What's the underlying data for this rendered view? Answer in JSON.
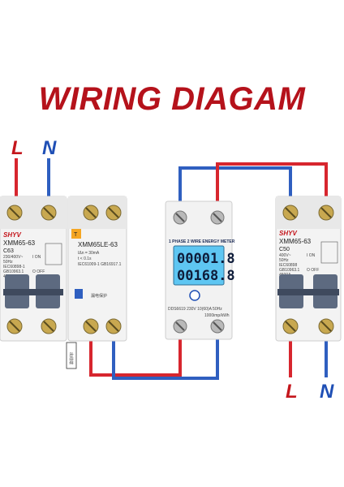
{
  "title": "WIRING DIAGAM",
  "input_labels": {
    "line": "L",
    "neutral": "N"
  },
  "output_labels": {
    "line": "L",
    "neutral": "N"
  },
  "breaker_left": {
    "brand": "SHYV",
    "model": "XMM65-63",
    "rating": "C63",
    "spec1": "230/400V~",
    "spec2": "50Hz",
    "spec3": "IEC60898-1",
    "spec4": "GB10963.1",
    "spec5": "4500A",
    "on": "I ON",
    "off": "O OFF"
  },
  "rcd_module": {
    "model": "XMM65LE-63",
    "spec1": "IΔn = 30mA",
    "spec2": "t < 0.1s",
    "spec3": "IEC61009-1 GB16917.1",
    "test": "T",
    "note": "漏电保护"
  },
  "meter": {
    "header": "1 PHASE 2 WIRE ENERGY METER",
    "reading1": "00001.8",
    "reading2": "00168.8",
    "specs": "DDS6619  230V  10(60)A  50Hz",
    "rate": "1000imp/kWh"
  },
  "breaker_right": {
    "brand": "SHYV",
    "model": "XMM65-63",
    "rating": "C50",
    "spec1": "400V~",
    "spec2": "50Hz",
    "spec3": "IEC60898",
    "spec4": "GB10963.1",
    "spec5": "4500A",
    "on": "I ON",
    "off": "O OFF"
  },
  "side_tag": "出线端",
  "colors": {
    "title": "#b5121b",
    "line_wire": "#d7262e",
    "neutral_wire": "#2f5fc0",
    "lcd": "#5ec6f2"
  }
}
